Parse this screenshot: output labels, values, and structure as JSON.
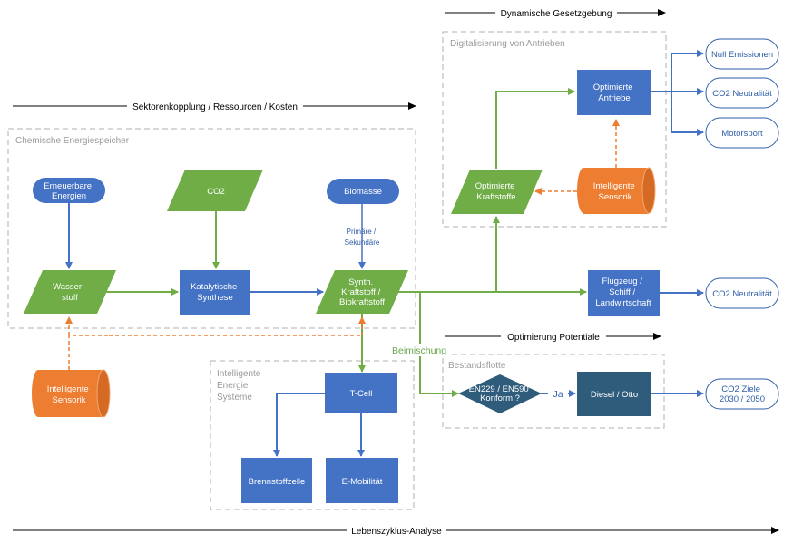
{
  "axes": {
    "top": "Dynamische Gesetzgebung",
    "sektoren": "Sektorenkopplung / Ressourcen / Kosten",
    "optimierung": "Optimierung Potentiale",
    "lebenszyklus": "Lebenszyklus-Analyse"
  },
  "groups": {
    "digitalisierung": "Digitalisierung von Antrieben",
    "chemisch": "Chemische Energiespeicher",
    "intelligent": [
      "Intelligente",
      "Energie",
      "Systeme"
    ],
    "bestand": "Bestandsflotte"
  },
  "nodes": {
    "erneuerbare": [
      "Erneuerbare",
      "Energien"
    ],
    "co2": [
      "CO2"
    ],
    "biomasse": [
      "Biomasse"
    ],
    "wasserstoff": [
      "Wasser-",
      "stoff"
    ],
    "katalytische": [
      "Katalytische",
      "Synthese"
    ],
    "synth": [
      "Synth.",
      "Kraftstoff /",
      "Biokraftstoff"
    ],
    "sensorik_left": [
      "Intelligente",
      "Sensorik"
    ],
    "tcell": [
      "T-Cell"
    ],
    "brennstoffzelle": [
      "Brennstoffzelle"
    ],
    "emobilitaet": [
      "E-Mobilität"
    ],
    "opt_kraftstoffe": [
      "Optimierte",
      "Kraftstoffe"
    ],
    "sensorik_right": [
      "Intelligente",
      "Sensorik"
    ],
    "opt_antriebe": [
      "Optimierte",
      "Antriebe"
    ],
    "flugzeug": [
      "Flugzeug /",
      "Schiff /",
      "Landwirtschaft"
    ],
    "en_decision": [
      "EN229 / EN590",
      "Konform ?"
    ],
    "diesel": [
      "Diesel / Otto"
    ],
    "null_emissionen": [
      "Null Emissionen"
    ],
    "co2_neutral_1": [
      "CO2 Neutralität"
    ],
    "motorsport": [
      "Motorsport"
    ],
    "co2_neutral_2": [
      "CO2 Neutralität"
    ],
    "co2_ziele": [
      "CO2 Ziele",
      "2030 / 2050"
    ]
  },
  "edge_labels": {
    "primaer": [
      "Primäre /",
      "Sekundäre"
    ],
    "beimischung": "Beimischung",
    "ja": "Ja"
  },
  "colors": {
    "blue": "#4472c4",
    "green": "#70ad47",
    "orange": "#ed7d31",
    "navy": "#2e5c7a",
    "terminal_stroke": "#2e5ea8"
  }
}
